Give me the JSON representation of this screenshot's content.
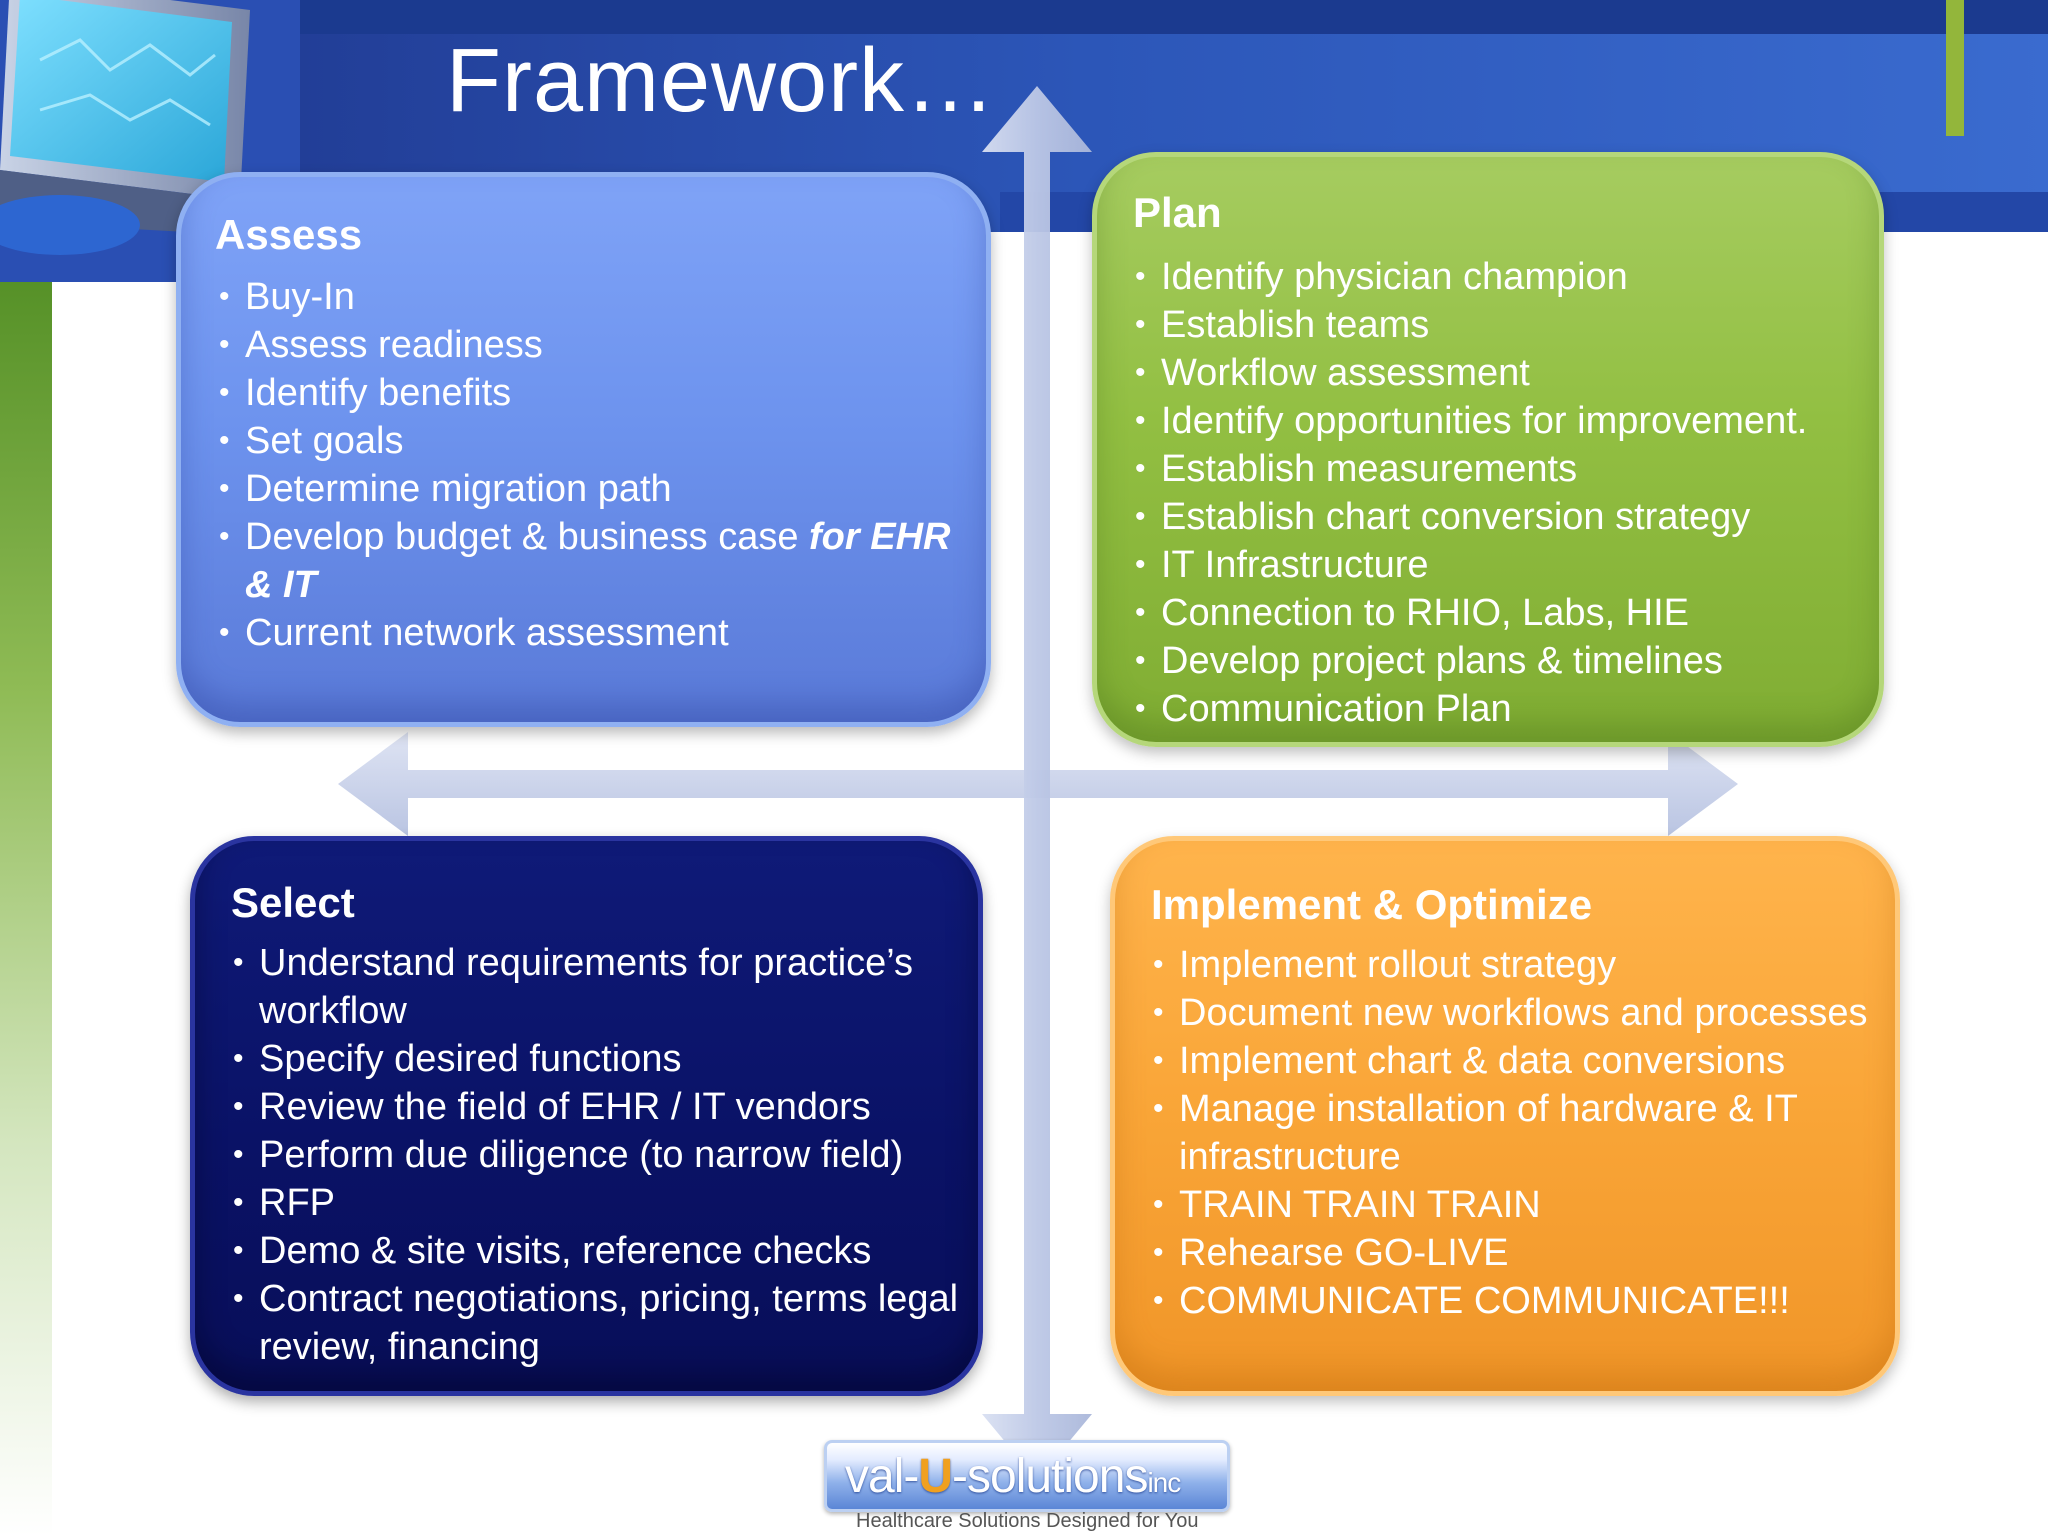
{
  "slide": {
    "title": "Framework…"
  },
  "quadrants": {
    "assess": {
      "heading": "Assess",
      "items": [
        "Buy-In",
        "Assess readiness",
        "Identify  benefits",
        "Set goals",
        "Determine migration path",
        "Develop budget & business case ",
        "Current network assessment"
      ],
      "item_emphasis": "for EHR & IT"
    },
    "plan": {
      "heading": "Plan",
      "items": [
        "Identify physician champion",
        "Establish teams",
        "Workflow assessment",
        "Identify opportunities for improvement.",
        "Establish measurements",
        "Establish chart conversion strategy",
        "IT Infrastructure",
        "Connection to RHIO, Labs, HIE",
        "Develop project plans & timelines",
        "Communication Plan"
      ]
    },
    "select": {
      "heading": "Select",
      "items": [
        "Understand  requirements for practice’s workflow",
        "Specify desired functions",
        "Review the field of EHR  / IT vendors",
        "Perform due diligence (to narrow field)",
        "RFP",
        "Demo & site visits, reference checks",
        "Contract  negotiations, pricing,  terms legal review, financing"
      ]
    },
    "implement": {
      "heading": "Implement & Optimize",
      "items": [
        "Implement rollout strategy",
        "Document new workflows and processes",
        "Implement chart & data conversions",
        "Manage installation of hardware & IT infrastructure",
        "TRAIN TRAIN TRAIN",
        "Rehearse GO-LIVE",
        "COMMUNICATE COMMUNICATE!!!"
      ]
    }
  },
  "logo": {
    "prefix": "val-",
    "highlight": "U",
    "suffix": "-solutions",
    "inc": "inc",
    "tagline": "Healthcare Solutions Designed for You"
  },
  "colors": {
    "assess": "#6d93ee",
    "plan": "#92bf42",
    "select": "#0a1266",
    "implement": "#f9a537",
    "header": "#2c56b8",
    "arrow": "#c8d2ee"
  },
  "icons": [
    "monitor-icon"
  ]
}
